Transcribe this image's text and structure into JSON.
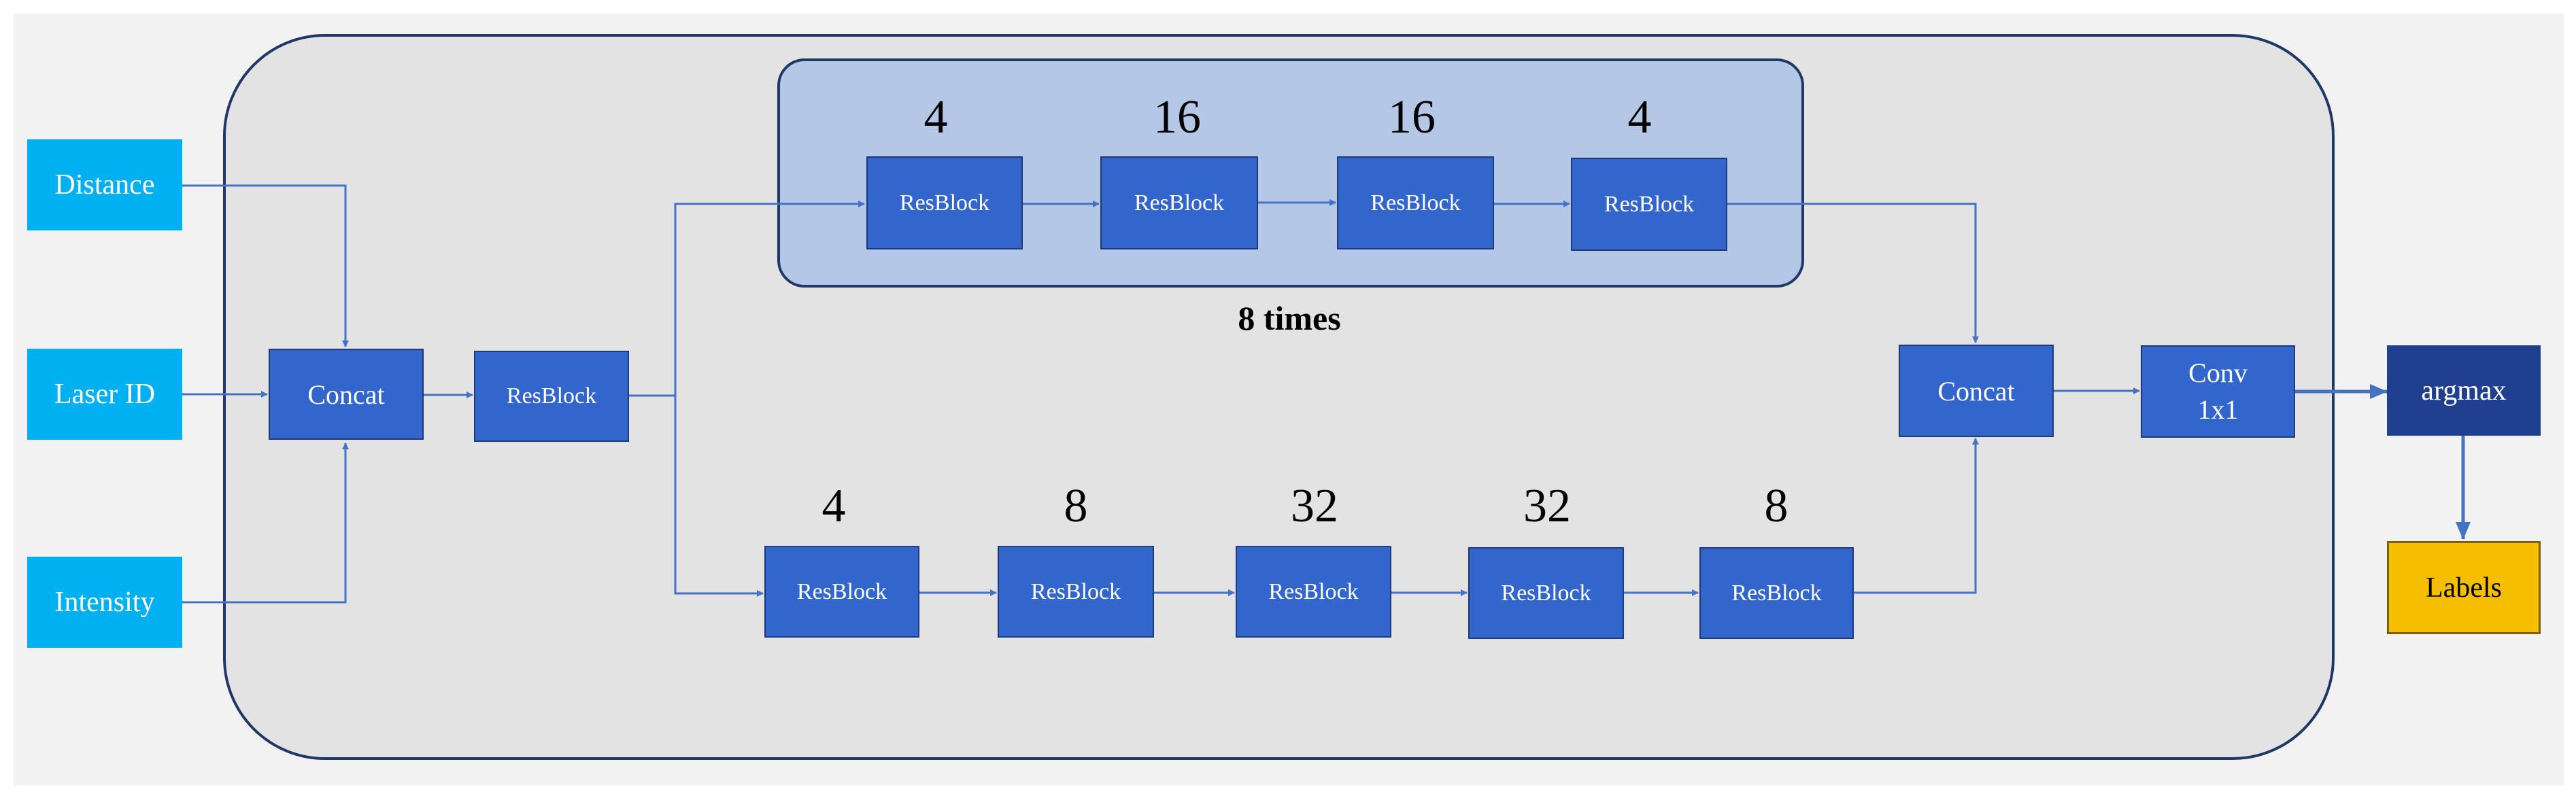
{
  "inputs": {
    "distance": "Distance",
    "laser_id": "Laser ID",
    "intensity": "Intensity"
  },
  "concat_label": "Concat",
  "resblock_label": "ResBlock",
  "top_branch": {
    "counts": [
      "4",
      "16",
      "16",
      "4"
    ],
    "caption": "8 times"
  },
  "bottom_branch": {
    "counts": [
      "4",
      "8",
      "32",
      "32",
      "8"
    ]
  },
  "conv_label": "Conv\n1x1",
  "argmax_label": "argmax",
  "labels_label": "Labels",
  "colors": {
    "input": "#00b0f0",
    "block": "#3366cc",
    "argmax": "#203f8f",
    "labels": "#f5bf00",
    "arrow": "#4472c4",
    "frame": "#1f3864"
  }
}
